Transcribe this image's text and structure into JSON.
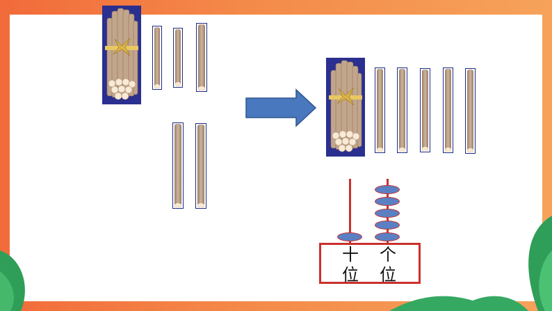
{
  "place_value": {
    "tens_label": [
      "十",
      "位"
    ],
    "ones_label": [
      "个",
      "位"
    ],
    "tens_beads": 1,
    "ones_beads": 5
  },
  "left_group": {
    "bundles": 1,
    "loose_sticks": 5
  },
  "right_group": {
    "bundles": 1,
    "loose_sticks": 5
  },
  "colors": {
    "frame": "#f26b3a",
    "bundle_bg": "#2b2f8f",
    "rod": "#c9302c",
    "bead": "#5b7fc3",
    "arrow": "#4a78be"
  }
}
